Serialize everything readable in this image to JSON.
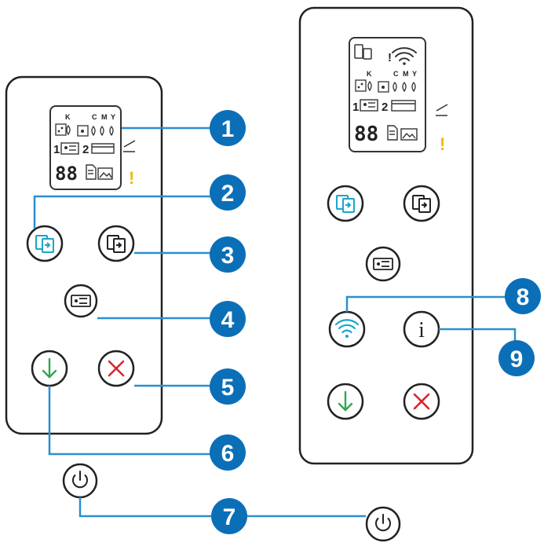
{
  "colors": {
    "callout": "#0b6fb8",
    "leader": "#2a8fd0",
    "accent_teal": "#1aa6c8",
    "go_green": "#2fa84f",
    "cancel_red": "#d9262c",
    "warn_yellow": "#f2b705",
    "outline": "#222222"
  },
  "lcd": {
    "ink_k": "K",
    "ink_c": "C",
    "ink_m": "M",
    "ink_y": "Y",
    "copies_digits": "88",
    "tray_1": "1",
    "tray_2": "2",
    "alert_mark": "!",
    "wifi_alert_mark": "!"
  },
  "buttons": {
    "info_glyph": "i"
  },
  "callouts": [
    "1",
    "2",
    "3",
    "4",
    "5",
    "6",
    "7",
    "8",
    "9"
  ]
}
